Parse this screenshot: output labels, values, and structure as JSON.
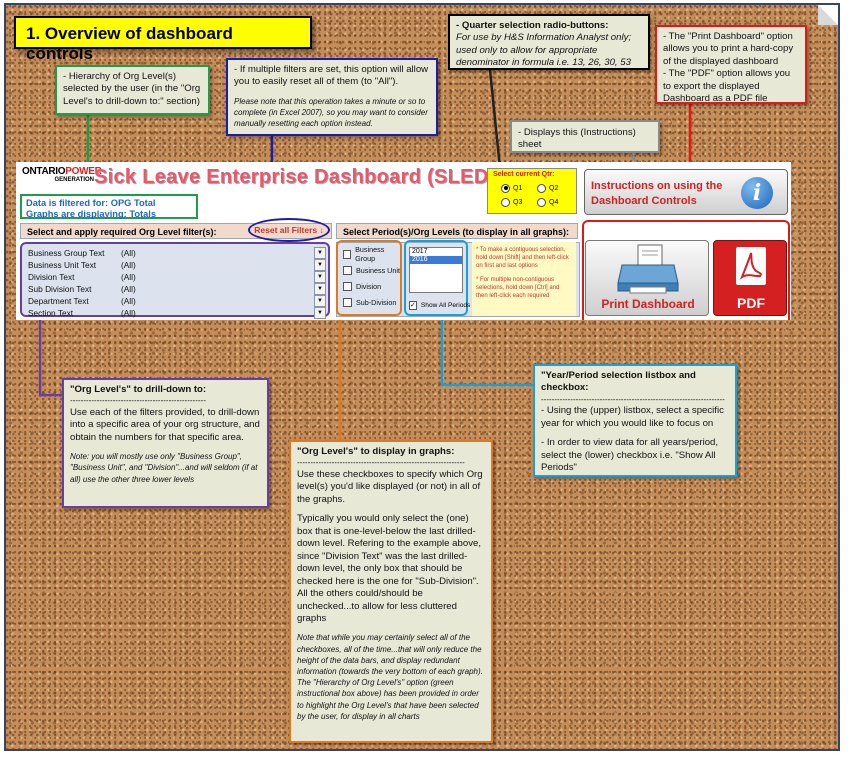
{
  "title": "1. Overview of dashboard controls",
  "notes": {
    "hierarchy": "- Hierarchy of Org Level(s) selected by the user (in the \"Org Level's to drill-down to:\" section)",
    "reset_main": "- If multiple filters are set, this option will allow you to easily reset all of them (to \"All\").",
    "reset_small": "Please note that this operation takes a minute or so to complete (in Excel 2007), so you may want to consider manually resetting each option instead.",
    "quarter_title": "- Quarter selection radio-buttons:",
    "quarter_body": "For use by H&S Information Analyst only; used only to allow for appropriate denominator in formula i.e. 13, 26, 30, 53",
    "print_1": "- The \"Print Dashboard\" option allows you to print a hard-copy of the displayed dashboard",
    "print_2": "- The \"PDF\" option allows you to export the displayed Dashboard as a PDF file",
    "instructions": "- Displays this (Instructions) sheet",
    "drill_title": "\"Org Level's\" to drill-down to:",
    "drill_sep": "---------------------------------------------------",
    "drill_body": "Use each of the filters provided, to drill-down into a specific area of your org structure, and obtain the numbers for that specific area.",
    "drill_note": "Note: you will mostly use only \"Business Group\", \"Business Unit\", and \"Division\"...and will seldom (if at all) use the other three lower levels",
    "year_title": "\"Year/Period selection listbox and checkbox:",
    "year_sep": "---------------------------------------------------------------------",
    "year_body1": "- Using the (upper) listbox, select a specific year for which you would like to focus on",
    "year_body2": "- In order to view data for all years/period, select the (lower) checkbox i.e. \"Show All Periods\"",
    "graphs_title": "\"Org Level's\" to display in graphs:",
    "graphs_sep": "---------------------------------------------------------------",
    "graphs_body1": "Use these checkboxes to specify which Org level(s) you'd like displayed (or not) in all of the graphs.",
    "graphs_body2": "Typically you would only select the (one) box that is one-level-below the last drilled-down level. Refering to the example above, since \"Division Text\" was the last drilled-down level, the only box that should be checked here is the one for \"Sub-Division\". All the others could/should be unchecked...to allow for less cluttered graphs",
    "graphs_note1": "Note that while you may certainly select all of the checkboxes, all of the time...that will only reduce the height of the data bars, and display redundant information (towards the very bottom of each graph).",
    "graphs_note2": "The \"Hierarchy of Org Level's\" option (green instructional box above) has been provided in order to highlight the Org Level's that have been selected by the user, for display in all charts"
  },
  "dashboard": {
    "logo_top": "ONTARIO",
    "logo_top_red": "POWER",
    "logo_sub": "GENERATION",
    "title": "Sick Leave Enterprise Dashboard (SLED)",
    "filtered_for": "Data is filtered for: OPG Total",
    "graphs_display": "Graphs are displaying: Totals",
    "filter_header": "Select and apply required Org Level filter(s):",
    "reset_button": "Reset all Filters ↓",
    "period_header": "Select Period(s)/Org Levels (to display in all graphs):",
    "filters": [
      {
        "label": "Business Group Text",
        "value": "(All)"
      },
      {
        "label": "Business Unit Text",
        "value": "(All)"
      },
      {
        "label": "Division Text",
        "value": "(All)"
      },
      {
        "label": "Sub Division Text",
        "value": "(All)"
      },
      {
        "label": "Department Text",
        "value": "(All)"
      },
      {
        "label": "Section Text",
        "value": "(All)"
      }
    ],
    "org_checkboxes": [
      "Business Group",
      "Business Unit",
      "Division",
      "Sub-Division"
    ],
    "years": [
      "2017",
      "2016"
    ],
    "selected_year": "2016",
    "show_all_label": "Show All Periods",
    "hint1": "* To make a contiguous selection, hold down [Shift] and then left-click on first and last options",
    "hint2": "* For multiple non-contiguous selections, hold down [Ctrl] and then left-click each required",
    "qtr_title": "Select current Qtr:",
    "quarters": [
      "Q1",
      "Q2",
      "Q3",
      "Q4"
    ],
    "selected_quarter": "Q1",
    "instructions_button": "Instructions on using the Dashboard Controls",
    "print_button": "Print Dashboard",
    "pdf_button": "PDF"
  },
  "colors": {
    "green": "#1f9e4a",
    "navy": "#1c1ca8",
    "purple": "#6a3da0",
    "orange": "#e07820",
    "cyan": "#1aa0d8",
    "red": "#e01818",
    "gray": "#8a8a8a"
  }
}
